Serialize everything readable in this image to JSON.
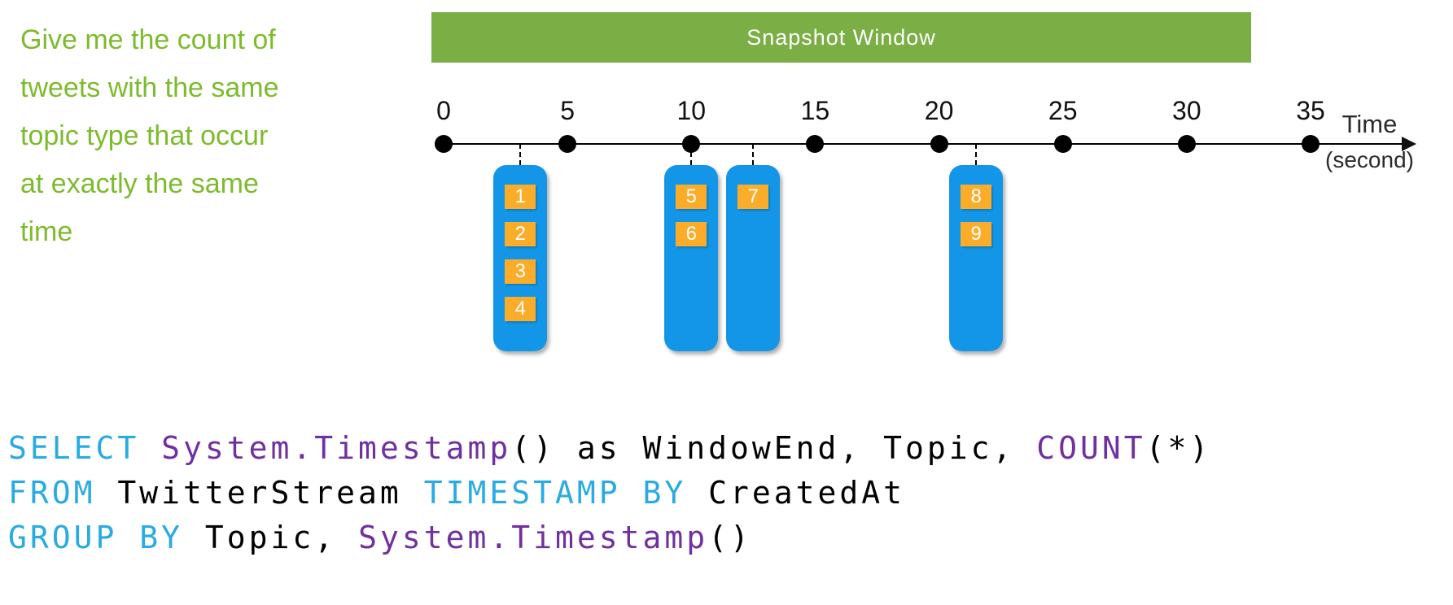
{
  "colors": {
    "annotation_green": "#7DBB2C",
    "banner_green": "#7BAE45",
    "event_blue": "#1496E8",
    "marker_orange": "#FBAD2A",
    "code_keyword_cyan": "#29ABE2",
    "code_function_purple": "#7030A0"
  },
  "annotation": {
    "lines": [
      "Give me the count of",
      "tweets with the same",
      "topic type that occur",
      "at exactly the same",
      "time"
    ]
  },
  "banner": {
    "label": "Snapshot Window"
  },
  "timeline": {
    "tick_labels": [
      "0",
      "5",
      "10",
      "15",
      "20",
      "25",
      "30",
      "35"
    ],
    "tick_values": [
      0,
      5,
      10,
      15,
      20,
      25,
      30,
      35
    ],
    "min": 0,
    "max": 35,
    "axis_label": "Time",
    "axis_label_unit": "(second)"
  },
  "event_groups": [
    {
      "time": 3.1,
      "events": [
        "1",
        "2",
        "3",
        "4"
      ]
    },
    {
      "time": 10,
      "events": [
        "5",
        "6"
      ]
    },
    {
      "time": 12.5,
      "events": [
        "7"
      ]
    },
    {
      "time": 21.5,
      "events": [
        "8",
        "9"
      ]
    }
  ],
  "code": {
    "lines": [
      {
        "tokens": [
          {
            "c": "kw",
            "t": "SELECT "
          },
          {
            "c": "fn",
            "t": "System.Timestamp"
          },
          {
            "c": "pl",
            "t": "() as WindowEnd, Topic, "
          },
          {
            "c": "fn",
            "t": "COUNT"
          },
          {
            "c": "pl",
            "t": "(*)"
          }
        ]
      },
      {
        "tokens": [
          {
            "c": "kw",
            "t": "FROM "
          },
          {
            "c": "pl",
            "t": "TwitterStream "
          },
          {
            "c": "kw",
            "t": "TIMESTAMP BY "
          },
          {
            "c": "pl",
            "t": "CreatedAt"
          }
        ]
      },
      {
        "tokens": [
          {
            "c": "kw",
            "t": "GROUP BY "
          },
          {
            "c": "pl",
            "t": "Topic, "
          },
          {
            "c": "fn",
            "t": "System.Timestamp"
          },
          {
            "c": "pl",
            "t": "()"
          }
        ]
      }
    ]
  }
}
